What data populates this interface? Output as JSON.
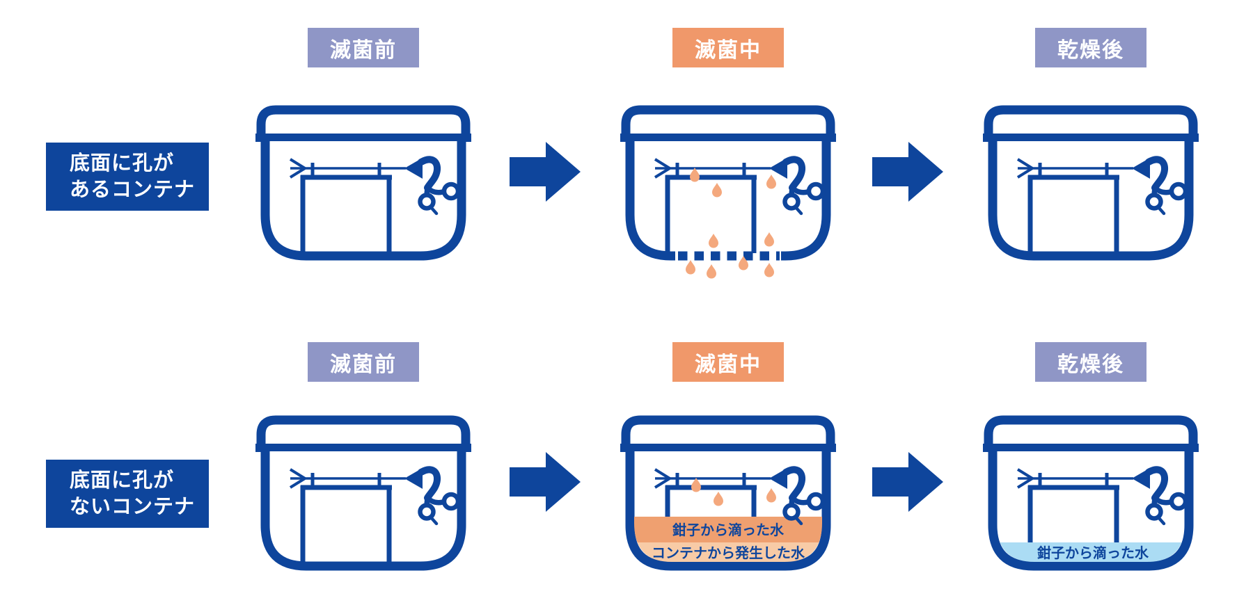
{
  "palette": {
    "deep_blue": "#0E459C",
    "lavender_header": "#8F96C6",
    "orange_header": "#F0986A",
    "drop_orange": "#F4A87D",
    "water_orange_dark": "#EFA070",
    "water_orange_light": "#F8CBA6",
    "water_blue": "#ABDCF4",
    "header_text": "#FFFFFF",
    "label_text": "#FFFFFF"
  },
  "columns": [
    {
      "id": "before-sterilization",
      "label": "滅菌前",
      "style": "lavender"
    },
    {
      "id": "during-sterilization",
      "label": "滅菌中",
      "style": "orange"
    },
    {
      "id": "after-drying",
      "label": "乾燥後",
      "style": "lavender"
    }
  ],
  "rows": [
    {
      "label": {
        "line1": "底面に孔が",
        "line2": "あるコンテナ"
      },
      "cells": [
        {
          "container": "instruments-dry"
        },
        {
          "container": "perforated-bottom-dripping"
        },
        {
          "container": "instruments-dry"
        }
      ]
    },
    {
      "label": {
        "line1": "底面に孔が",
        "line2": "ないコンテナ"
      },
      "cells": [
        {
          "container": "instruments-dry"
        },
        {
          "container": "solid-bottom-water-accumulated",
          "water_labels": [
            "鉗子から滴った水",
            "コンテナから発生した水"
          ]
        },
        {
          "container": "solid-bottom-residual-water",
          "water_labels": [
            "鉗子から滴った水"
          ]
        }
      ]
    }
  ]
}
